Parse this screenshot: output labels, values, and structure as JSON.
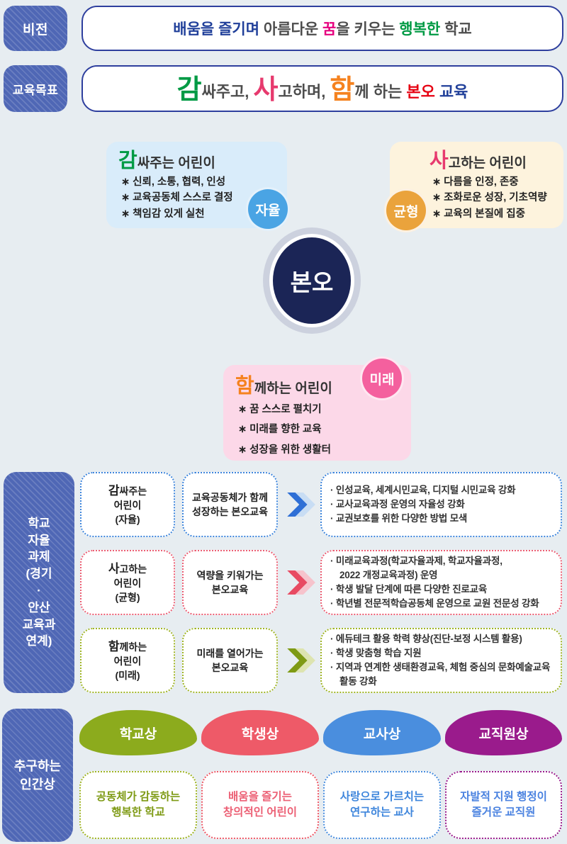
{
  "colors": {
    "sidebar_blue": "#4f67b5",
    "box_border": "#2e3f9e",
    "page_bg": "#e7edf1"
  },
  "header": {
    "vision_label": "비전",
    "vision_segments": [
      {
        "t": "배움을 즐기며 ",
        "c": "#21409a"
      },
      {
        "t": "아름다운 ",
        "c": "#4d4d4d"
      },
      {
        "t": "꿈",
        "c": "#e5007e"
      },
      {
        "t": "을 키우는 ",
        "c": "#4d4d4d"
      },
      {
        "t": "행복한 ",
        "c": "#009a44"
      },
      {
        "t": "학교",
        "c": "#4d4d4d"
      }
    ],
    "goal_label": "교육목표",
    "goal_segments": [
      {
        "t": "감",
        "c": "#009a44",
        "big": true
      },
      {
        "t": "싸주고, ",
        "c": "#4d4d4d"
      },
      {
        "t": "사",
        "c": "#e73a6e",
        "big": true
      },
      {
        "t": "고하며, ",
        "c": "#4d4d4d"
      },
      {
        "t": "함",
        "c": "#f5821f",
        "big": true
      },
      {
        "t": "께 하는 ",
        "c": "#4d4d4d"
      },
      {
        "t": "본오 ",
        "c": "#e60012"
      },
      {
        "t": "교육",
        "c": "#21409a"
      }
    ]
  },
  "diagram": {
    "center_label": "본오",
    "center_bg": "#1b2556",
    "cards": [
      {
        "bg": "#d9ecfa",
        "initial": "감",
        "initial_color": "#009a44",
        "title_rest": "싸주는 어린이",
        "bullets": "∗ 신뢰, 소통, 협력, 인성\n∗ 교육공동체 스스로 결정\n∗ 책임감 있게 실천",
        "badge": "자율",
        "badge_color": "#4aa4e4"
      },
      {
        "bg": "#fdf3dd",
        "initial": "사",
        "initial_color": "#e73a6e",
        "title_rest": "고하는 어린이",
        "bullets": "∗ 다름을 인정, 존중\n∗ 조화로운 성장, 기초역량\n∗ 교육의 본질에 집중",
        "badge": "균형",
        "badge_color": "#eaa33c"
      },
      {
        "bg": "#fcd8e8",
        "initial": "함",
        "initial_color": "#f5821f",
        "title_rest": "께하는 어린이",
        "bullets": "∗ 꿈 스스로 펼치기\n∗ 미래를 향한 교육\n∗ 성장을 위한 생활터",
        "badge": "미래",
        "badge_color": "#f4609e"
      }
    ]
  },
  "tasks": {
    "sidebar": "학교\n자율\n과제\n(경기\n·\n안산\n교육과\n연계)",
    "rows": [
      {
        "accent": "#3f86dc",
        "arrow_front": "#2e6fd6",
        "arrow_back": "#c8ddf4",
        "child_initial": "감",
        "child_rest": "싸주는\n어린이\n(자율)",
        "mid": "교육공동체가 함께\n성장하는 본오교육",
        "items": [
          "· 인성교육, 세계시민교육, 디지털 시민교육 강화",
          "· 교사교육과정 운영의 자율성 강화",
          "· 교권보호를 위한 다양한 방법 모색"
        ]
      },
      {
        "accent": "#ec5f74",
        "arrow_front": "#e84a62",
        "arrow_back": "#f6c3cc",
        "child_initial": "사",
        "child_rest": "고하는\n어린이\n(균형)",
        "mid": "역량을 키워가는\n본오교육",
        "items": [
          "· 미래교육과정(학교자율과제, 학교자율과정,\n2022  개정교육과정) 운영",
          "· 학생 발달 단계에 따른 다양한 진로교육",
          "· 학년별 전문적학습공동체 운영으로 교원 전문성 강화"
        ]
      },
      {
        "accent": "#a0b527",
        "arrow_front": "#7e9a14",
        "arrow_back": "#dde4b0",
        "child_initial": "함",
        "child_rest": "께하는\n어린이\n(미래)",
        "mid": "미래를 열어가는\n본오교육",
        "items": [
          "· 에듀테크 활용 학력 향상(진단-보정 시스템 활용)",
          "· 학생 맞춤형 학습 지원",
          "· 지역과 연계한 생태환경교육, 체험 중심의 문화예술교육\n활동 강화"
        ]
      }
    ]
  },
  "pursuit": {
    "sidebar": "추구하는\n인간상",
    "columns": [
      {
        "blob": "학교상",
        "blob_color": "#8cab1d",
        "desc": "공동체가 감동하는\n행복한 학교",
        "desc_color": "#7e9a14",
        "border_color": "#a0b527"
      },
      {
        "blob": "학생상",
        "blob_color": "#ee5a68",
        "desc": "배움을 즐기는\n창의적인 어린이",
        "desc_color": "#ec5f74",
        "border_color": "#ee5a68"
      },
      {
        "blob": "교사상",
        "blob_color": "#4a8ede",
        "desc": "사랑으로 가르치는\n연구하는 교사",
        "desc_color": "#3f86dc",
        "border_color": "#4a8ede"
      },
      {
        "blob": "교직원상",
        "blob_color": "#9a1b8c",
        "desc": "자발적 지원 행정이\n즐거운 교직원",
        "desc_color": "#4a82e0",
        "border_color": "#9a1b8c"
      }
    ]
  }
}
